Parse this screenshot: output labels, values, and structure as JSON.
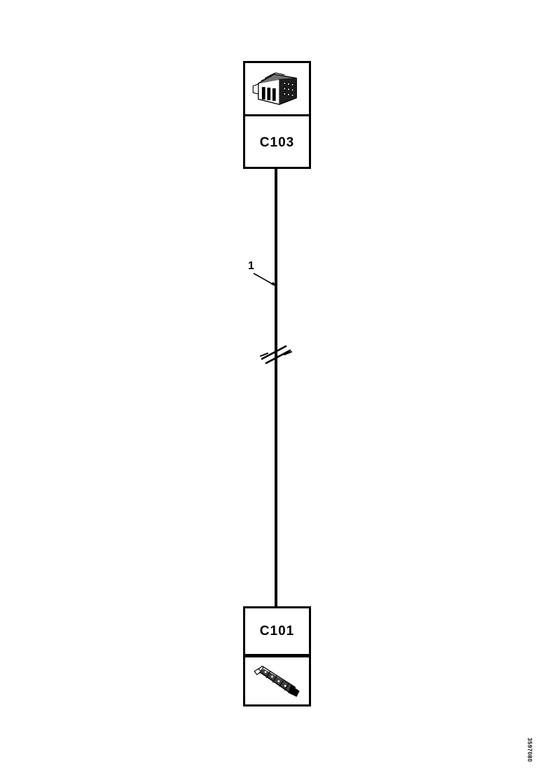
{
  "diagram": {
    "type": "automotive-wiring-harness",
    "background_color": "#ffffff",
    "line_color": "#000000"
  },
  "connectors": [
    {
      "id": "top",
      "name": "C103",
      "icon": "multi-pin-rectangular-connector-icon",
      "layout": "image-above-label"
    },
    {
      "id": "bottom",
      "name": "C101",
      "icon": "inline-terminal-connector-icon",
      "layout": "label-above-image"
    }
  ],
  "wire": {
    "number": "1",
    "break_symbol": "double-slash-wire-break",
    "from": "C103",
    "to": "C101"
  },
  "footer": {
    "drawing_id": "3597080"
  }
}
